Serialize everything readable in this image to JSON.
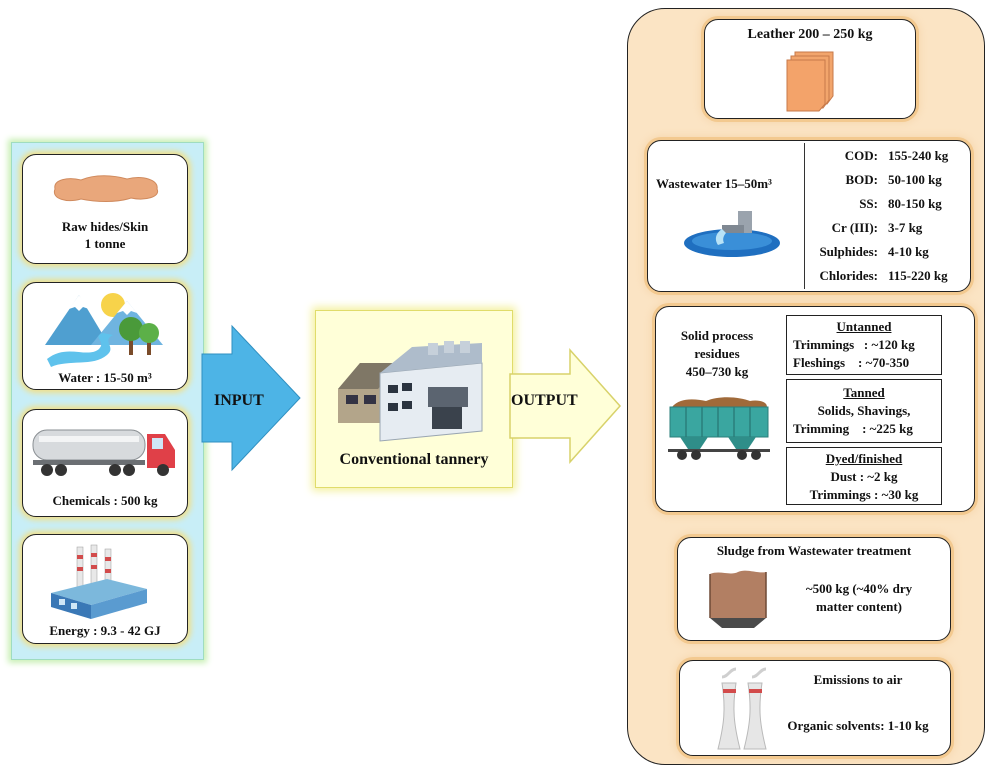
{
  "input": {
    "raw_hides": "Raw hides/Skin",
    "raw_amount": "1 tonne",
    "water": "Water : 15-50 m³",
    "chemicals": "Chemicals : 500 kg",
    "energy": "Energy : 9.3 - 42 GJ"
  },
  "arrows": {
    "input_label": "INPUT",
    "output_label": "OUTPUT"
  },
  "center": {
    "label": "Conventional tannery"
  },
  "output": {
    "leather": "Leather 200 – 250 kg",
    "wastewater": {
      "title": "Wastewater 15–50m³",
      "rows": [
        {
          "name": "COD:",
          "value": "155-240 kg"
        },
        {
          "name": "BOD:",
          "value": "50-100 kg"
        },
        {
          "name": "SS:",
          "value": "80-150 kg"
        },
        {
          "name": "Cr (III):",
          "value": "3-7 kg"
        },
        {
          "name": "Sulphides:",
          "value": "4-10 kg"
        },
        {
          "name": "Chlorides:",
          "value": "115-220 kg"
        }
      ]
    },
    "solid": {
      "title_1": "Solid process",
      "title_2": "residues",
      "title_3": "450–730 kg",
      "untanned": {
        "heading": "Untanned",
        "line1": "Trimmings   : ~120 kg",
        "line2": "Fleshings    : ~70-350"
      },
      "tanned": {
        "heading": "Tanned",
        "line1": "Solids, Shavings,",
        "line2": "Trimming    : ~225 kg"
      },
      "dyed": {
        "heading": "Dyed/finished",
        "line1": "Dust : ~2 kg",
        "line2": "Trimmings : ~30 kg"
      }
    },
    "sludge": {
      "title": "Sludge from Wastewater treatment",
      "line1": "~500 kg (~40% dry",
      "line2": "matter content)"
    },
    "emissions": {
      "title": "Emissions to air",
      "line1": "Organic solvents: 1-10 kg"
    }
  },
  "colors": {
    "input_panel": "#c8eef7",
    "arrow_blue": "#4db4e6",
    "output_panel": "#fbe4c4",
    "center_box": "#ffffd8",
    "leather": "#f2a56c",
    "water_blue": "#1f6fc0",
    "truck_red": "#e04048"
  }
}
